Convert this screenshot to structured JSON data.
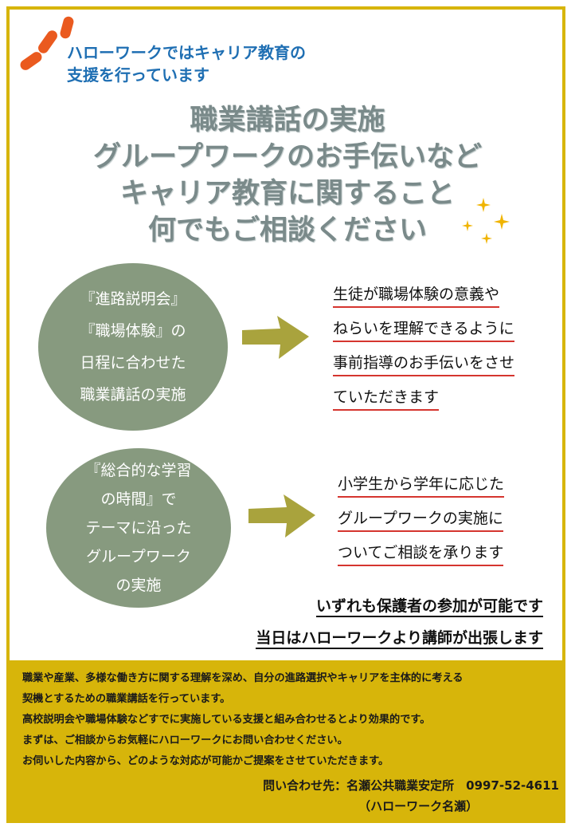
{
  "header": {
    "tagline_line1": "ハローワークではキャリア教育の",
    "tagline_line2": "支援を行っています"
  },
  "headline": {
    "line1": "職業講話の実施",
    "line2": "グループワークのお手伝いなど",
    "line3": "キャリア教育に関すること",
    "line4": "何でもご相談ください"
  },
  "section1": {
    "circle_lines": [
      "『進路説明会』",
      "『職場体験』の",
      "日程に合わせた",
      "職業講話の実施"
    ],
    "desc_lines": [
      "生徒が職場体験の意義や",
      "ねらいを理解できるように",
      "事前指導のお手伝いをさせ",
      "ていただきます"
    ]
  },
  "section2": {
    "circle_lines": [
      "『総合的な学習",
      "の時間』で",
      "テーマに沿った",
      "グループワーク",
      "の実施"
    ],
    "desc_lines": [
      "小学生から学年に応じた",
      "グループワークの実施に",
      "ついてご相談を承ります"
    ]
  },
  "notes": {
    "note1": "いずれも保護者の参加が可能です",
    "note2": "当日はハローワークより講師が出張します"
  },
  "footer": {
    "lines": [
      "職業や産業、多様な働き方に関する理解を深め、自分の進路選択やキャリアを主体的に考える",
      "契機とするための職業講話を行っています。",
      "高校説明会や職場体験などすでに実施している支援と組み合わせるとより効果的です。",
      "まずは、ご相談からお気軽にハローワークにお問い合わせください。",
      "お伺いした内容から、どのような対応が可能かご提案をさせていただきます。"
    ],
    "contact_line1": "問い合わせ先：名瀬公共職業安定所　0997-52-4611",
    "contact_line2": "（ハローワーク名瀬）"
  },
  "colors": {
    "border": "#d7b50a",
    "accent_blue": "#1f6fb3",
    "circle_green": "#879a7f",
    "arrow_olive": "#a9a33d",
    "underline_red": "#d5352f",
    "dash_orange": "#ea5a1f"
  }
}
